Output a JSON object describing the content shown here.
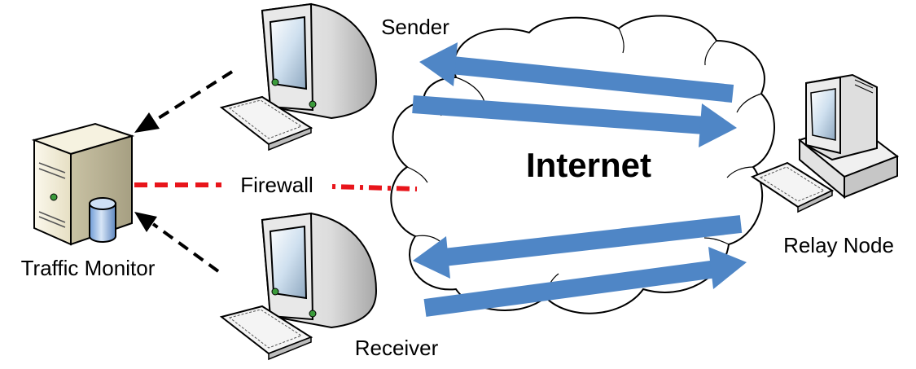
{
  "labels": {
    "sender": "Sender",
    "receiver": "Receiver",
    "relay": "Relay Node",
    "monitor": "Traffic Monitor",
    "firewall": "Firewall",
    "internet": "Internet"
  },
  "colors": {
    "flow_arrow": "#4f86c6",
    "firewall_line": "#e8151b",
    "monitor_arrow": "#000000"
  },
  "icons": {
    "sender": "desktop-computer-icon",
    "receiver": "desktop-computer-icon",
    "relay": "tower-computer-icon",
    "monitor": "server-database-icon",
    "internet": "cloud-icon"
  }
}
